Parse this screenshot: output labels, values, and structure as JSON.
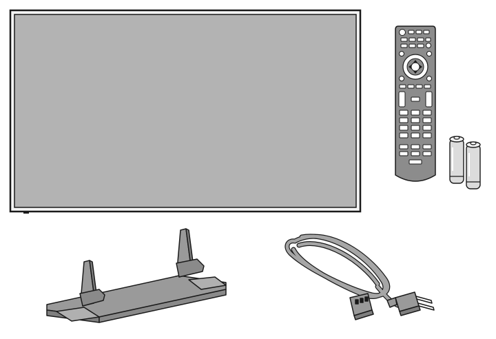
{
  "figure": {
    "items": [
      {
        "key": "tv",
        "icon": "flat-panel-tv-icon"
      },
      {
        "key": "remote",
        "icon": "remote-control-icon"
      },
      {
        "key": "batteries",
        "icon": "aa-batteries-icon"
      },
      {
        "key": "stand",
        "icon": "tv-pedestal-stand-icon"
      },
      {
        "key": "power_cord",
        "icon": "ac-power-cord-icon"
      }
    ],
    "colors": {
      "outline": "#1a1a1a",
      "screen": "#b3b3b3",
      "frame": "#f4f4f4",
      "part_gray": "#9a9a9a",
      "remote_body": "#8c8c8c",
      "cord": "#a6a6a6",
      "battery": "#dcdcdc"
    }
  }
}
